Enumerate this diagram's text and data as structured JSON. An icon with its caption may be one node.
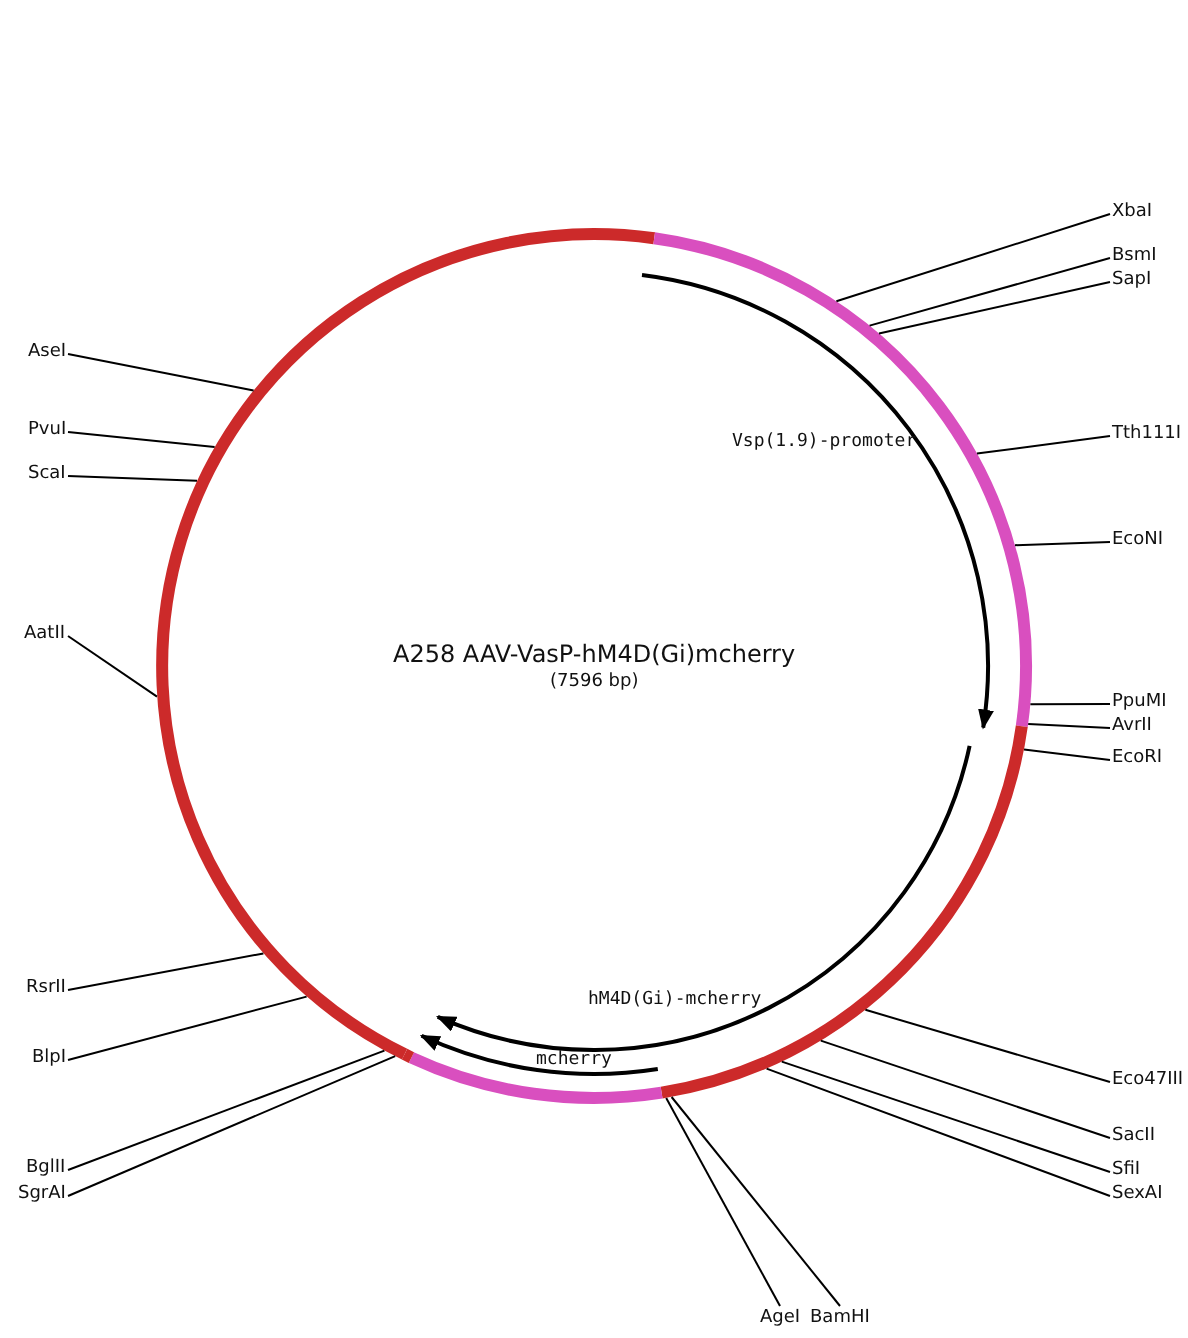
{
  "diagram": {
    "title": "A258 AAV-VasP-hM4D(Gi)mcherry",
    "caption": "(7596 bp)",
    "nodes": [
      {
        "text": [
          "XbaI"
        ]
      },
      {
        "text": [
          "BsmI"
        ]
      },
      {
        "text": [
          "SapI"
        ]
      },
      {
        "text": [
          "Tth111I"
        ]
      },
      {
        "text": [
          "EcoNI"
        ]
      },
      {
        "text": [
          "PpuMI"
        ]
      },
      {
        "text": [
          "AvrII"
        ]
      },
      {
        "text": [
          "EcoRI"
        ]
      },
      {
        "text": [
          "Eco47III"
        ]
      },
      {
        "text": [
          "SacII"
        ]
      },
      {
        "text": [
          "SfiI"
        ]
      },
      {
        "text": [
          "SexAI"
        ]
      },
      {
        "text": [
          "BamHI"
        ]
      },
      {
        "text": [
          "AgeI"
        ]
      },
      {
        "text": [
          "SgrAI"
        ]
      },
      {
        "text": [
          "BglII"
        ]
      },
      {
        "text": [
          "BlpI"
        ]
      },
      {
        "text": [
          "RsrII"
        ]
      },
      {
        "text": [
          "AatII"
        ]
      },
      {
        "text": [
          "ScaI"
        ]
      },
      {
        "text": [
          "PvuI"
        ]
      },
      {
        "text": [
          "AseI"
        ]
      }
    ],
    "edges": [
      {
        "from": 0,
        "to": null,
        "arrow": "none"
      },
      {
        "from": 1,
        "to": null,
        "arrow": "none"
      },
      {
        "from": 2,
        "to": null,
        "arrow": "none"
      },
      {
        "from": 3,
        "to": null,
        "arrow": "none"
      },
      {
        "from": 4,
        "to": null,
        "arrow": "none"
      },
      {
        "from": 5,
        "to": null,
        "arrow": "none"
      },
      {
        "from": 6,
        "to": null,
        "arrow": "none"
      },
      {
        "from": 7,
        "to": null,
        "arrow": "none"
      },
      {
        "from": 8,
        "to": null,
        "arrow": "none"
      },
      {
        "from": 9,
        "to": null,
        "arrow": "none"
      },
      {
        "from": 10,
        "to": null,
        "arrow": "none"
      },
      {
        "from": 11,
        "to": null,
        "arrow": "none"
      },
      {
        "from": 12,
        "to": null,
        "arrow": "none"
      },
      {
        "from": 13,
        "to": null,
        "arrow": "none"
      },
      {
        "from": 14,
        "to": null,
        "arrow": "none"
      },
      {
        "from": 15,
        "to": null,
        "arrow": "none"
      },
      {
        "from": 16,
        "to": null,
        "arrow": "none"
      },
      {
        "from": 17,
        "to": null,
        "arrow": "none"
      },
      {
        "from": 18,
        "to": null,
        "arrow": "none"
      },
      {
        "from": 19,
        "to": null,
        "arrow": "none"
      },
      {
        "from": 20,
        "to": null,
        "arrow": "none"
      },
      {
        "from": 21,
        "to": null,
        "arrow": "none"
      }
    ],
    "labels": [
      "Vsp(1.9)-promoter",
      "hM4D(Gi)-mcherry",
      "mcherry"
    ]
  }
}
